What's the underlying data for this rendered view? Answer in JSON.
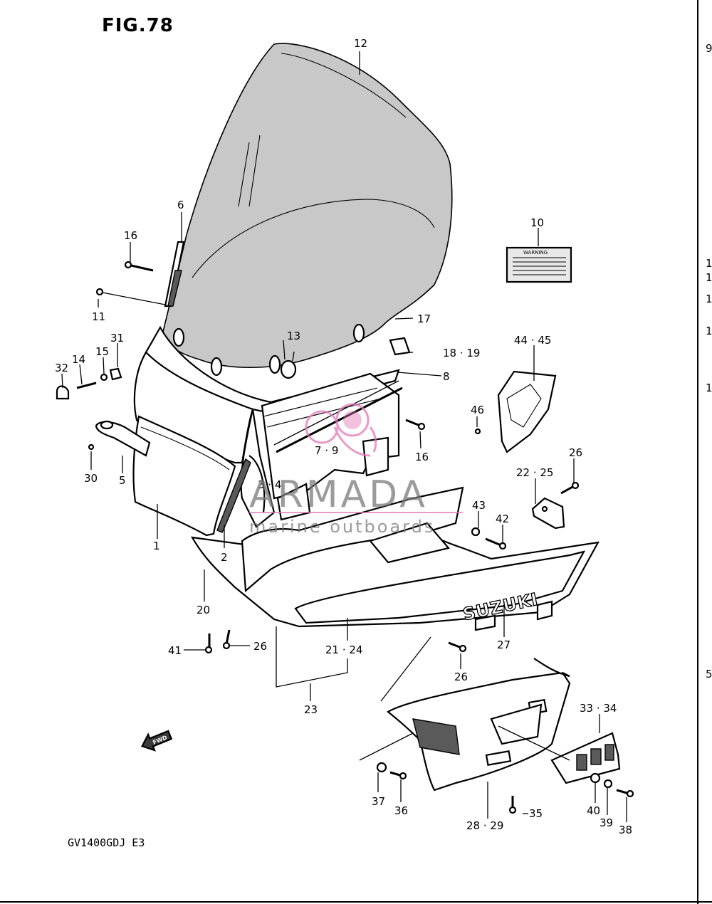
{
  "figure": {
    "title": "FIG.78",
    "model_code": "GV1400GDJ E3"
  },
  "fwd_arrow": {
    "label": "FWD"
  },
  "warning_label": {
    "text": "WARNING"
  },
  "emblem": {
    "text": "SUZUKI"
  },
  "watermark": {
    "brand": "ARMADA",
    "tagline": "marine outboards"
  },
  "callouts": [
    "12",
    "6",
    "16",
    "11",
    "31",
    "14",
    "15",
    "32",
    "30",
    "5",
    "1",
    "2",
    "20",
    "41",
    "26",
    "3 · 4",
    "7 · 9",
    "16",
    "17",
    "13",
    "18 · 19",
    "8",
    "10",
    "44 · 45",
    "46",
    "26",
    "22 · 25",
    "43",
    "42",
    "27",
    "21 · 24",
    "23",
    "26",
    "33 · 34",
    "37",
    "36",
    "35",
    "28 · 29",
    "40",
    "39",
    "38"
  ],
  "edge_marks": [
    "9",
    "1",
    "1",
    "1",
    "1",
    "1",
    "5"
  ]
}
